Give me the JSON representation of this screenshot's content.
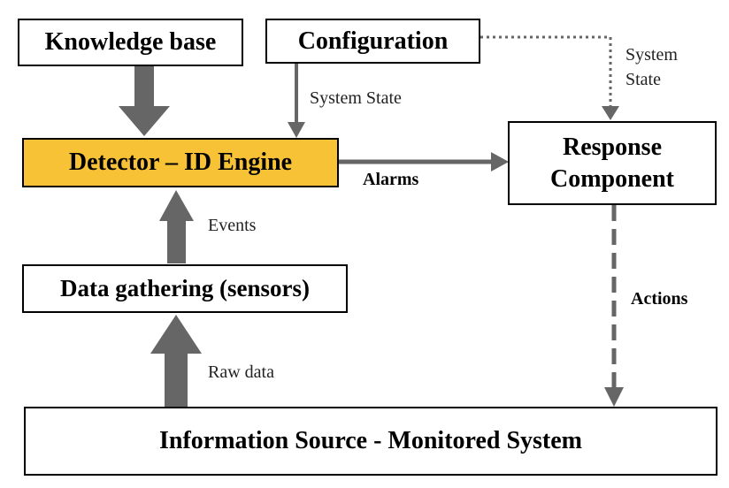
{
  "colors": {
    "engine_fill": "#f8c236",
    "arrow": "#666666",
    "border": "#000000"
  },
  "nodes": {
    "knowledge_base": "Knowledge base",
    "configuration": "Configuration",
    "detector": "Detector – ID Engine",
    "response": "Response\nComponent",
    "data_gathering": "Data gathering (sensors)",
    "information_source": "Information Source - Monitored System"
  },
  "edges": {
    "system_state_left": "System State",
    "system_state_right": "System\nState",
    "alarms": "Alarms",
    "events": "Events",
    "raw_data": "Raw data",
    "actions": "Actions"
  }
}
